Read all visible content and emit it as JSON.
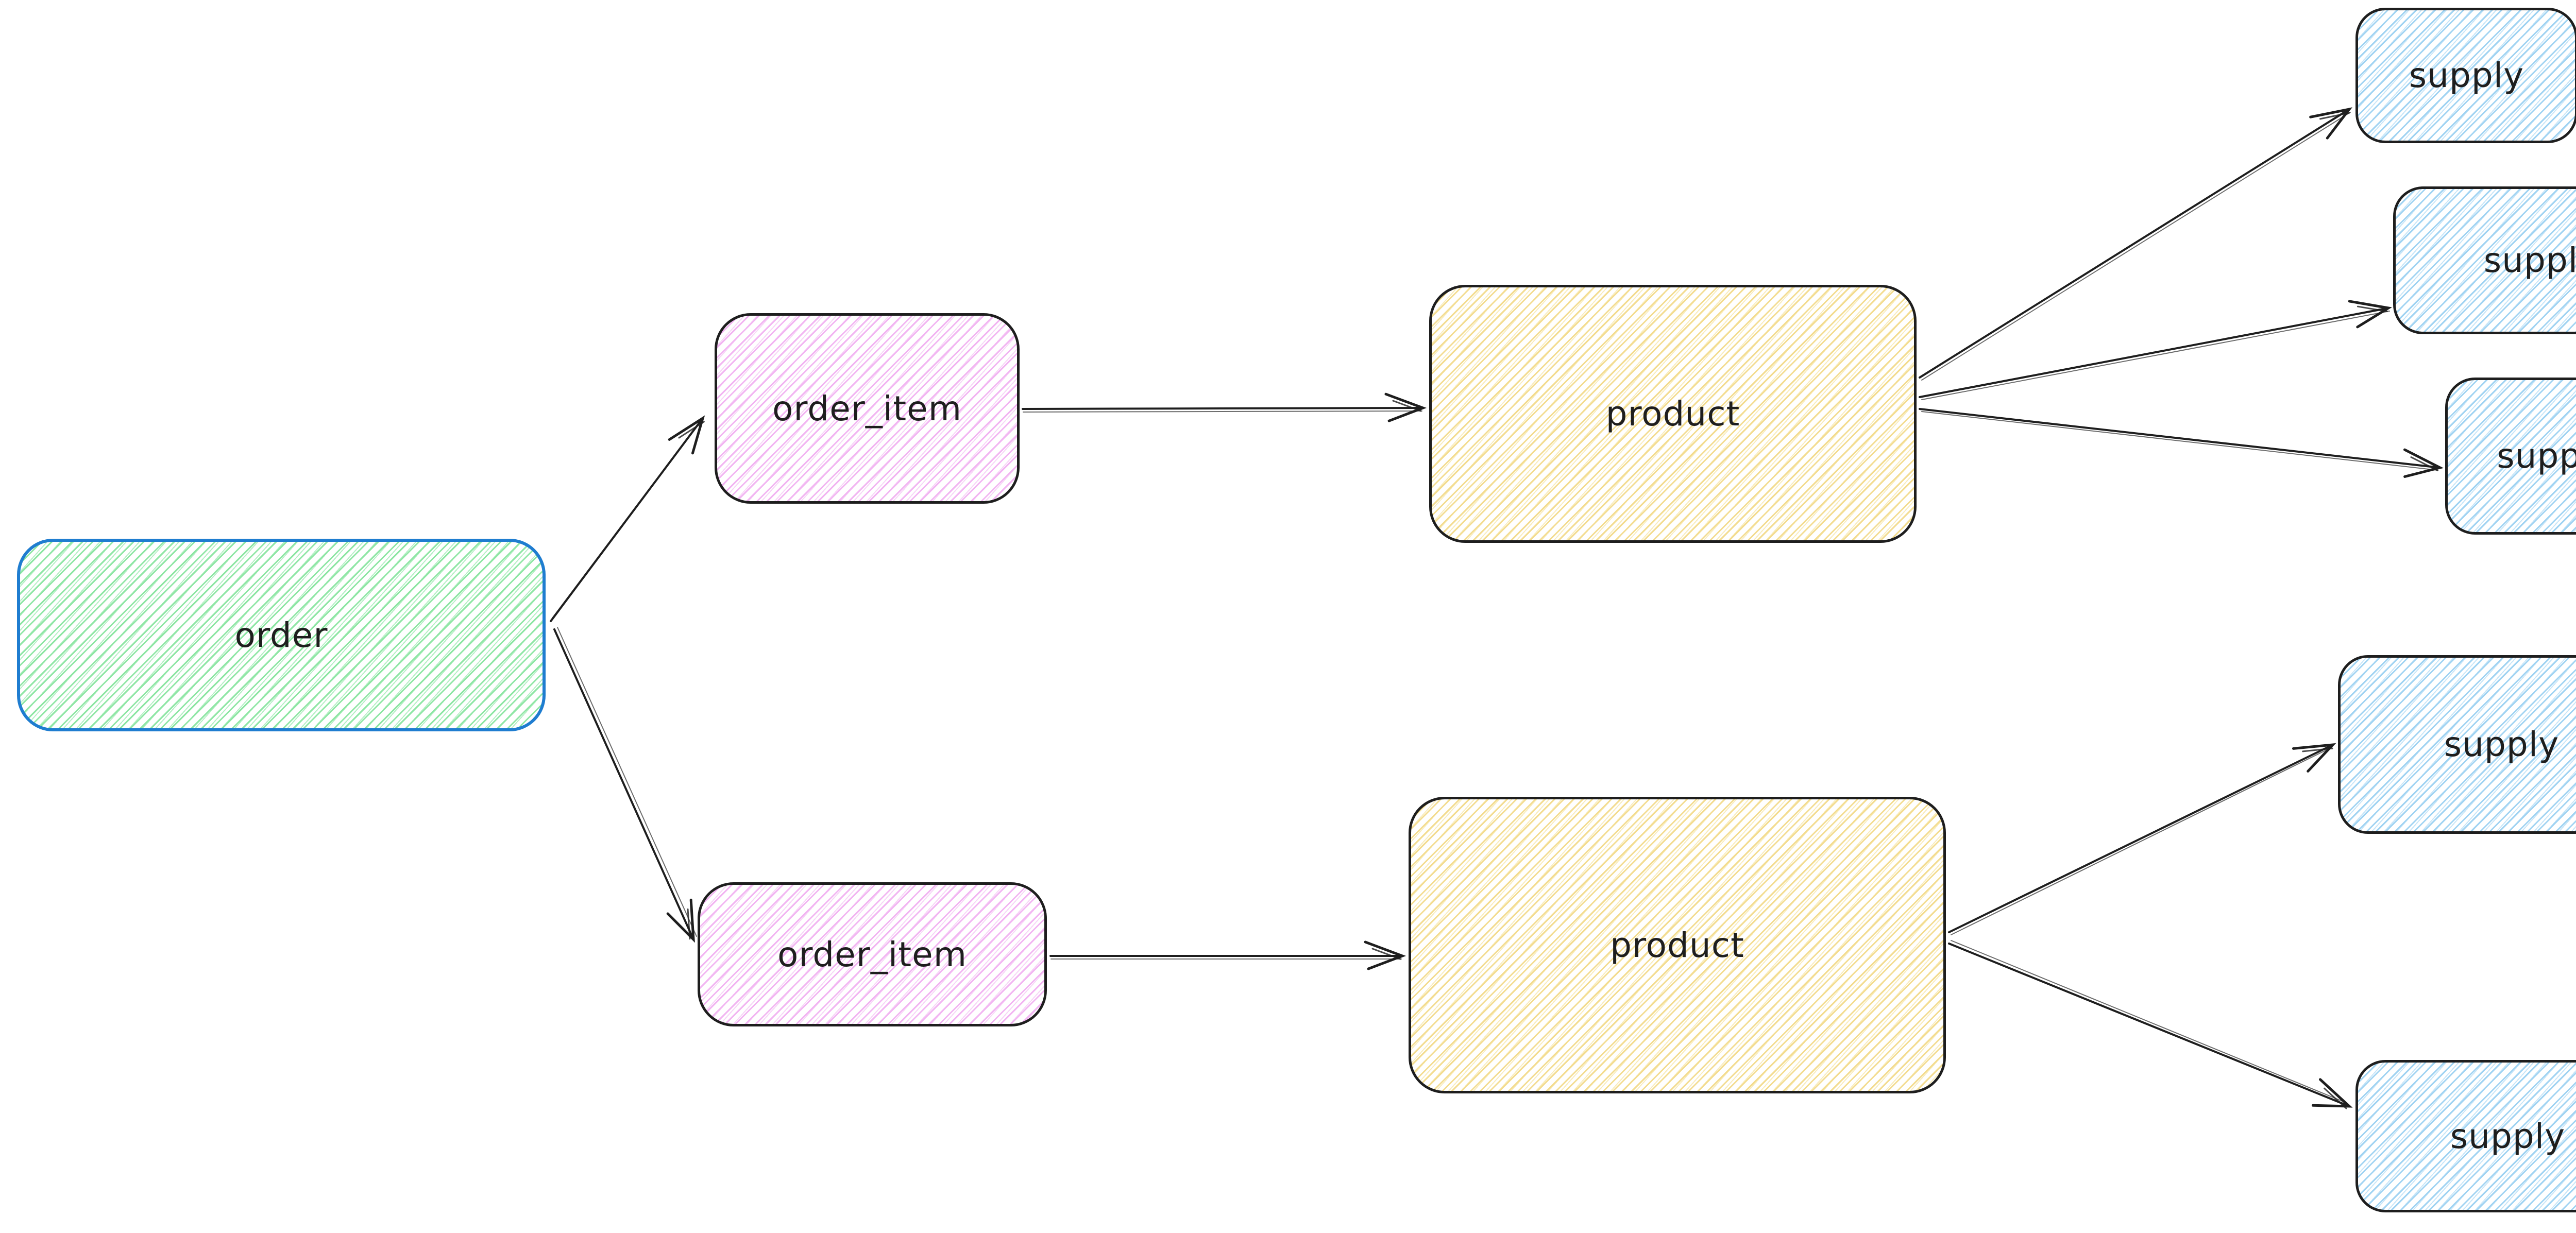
{
  "app": {
    "name": "excalidraw-style-er-diagram",
    "background": "#ffffff"
  },
  "colors": {
    "canvas_bg": "#ffffff",
    "stroke_dark": "#1e1e1e",
    "order_stroke_blue": "#1f7dd0",
    "hachure_green": "#8ee6a4",
    "hachure_pink": "#f2b5f2",
    "hachure_yellow": "#f3dc90",
    "hachure_blue": "#a0d3f2",
    "arrow": "#1e1e1e"
  },
  "diagram": {
    "nodes": [
      {
        "id": "order",
        "label": "order",
        "fill": "green",
        "stroke": "#1f7dd0"
      },
      {
        "id": "order_item_1",
        "label": "order_item",
        "fill": "pink",
        "stroke": "#1e1e1e"
      },
      {
        "id": "order_item_2",
        "label": "order_item",
        "fill": "pink",
        "stroke": "#1e1e1e"
      },
      {
        "id": "product_1",
        "label": "product",
        "fill": "yellow",
        "stroke": "#1e1e1e"
      },
      {
        "id": "product_2",
        "label": "product",
        "fill": "yellow",
        "stroke": "#1e1e1e"
      },
      {
        "id": "supply_1",
        "label": "supply",
        "fill": "blue",
        "stroke": "#1e1e1e"
      },
      {
        "id": "supply_2",
        "label": "supply",
        "fill": "blue",
        "stroke": "#1e1e1e"
      },
      {
        "id": "supply_3",
        "label": "supply",
        "fill": "blue",
        "stroke": "#1e1e1e"
      },
      {
        "id": "supply_4",
        "label": "supply",
        "fill": "blue",
        "stroke": "#1e1e1e"
      },
      {
        "id": "supply_5",
        "label": "supply",
        "fill": "blue",
        "stroke": "#1e1e1e"
      }
    ],
    "edges": [
      {
        "from": "order",
        "to": "order_item_1"
      },
      {
        "from": "order",
        "to": "order_item_2"
      },
      {
        "from": "order_item_1",
        "to": "product_1"
      },
      {
        "from": "order_item_2",
        "to": "product_2"
      },
      {
        "from": "product_1",
        "to": "supply_1"
      },
      {
        "from": "product_1",
        "to": "supply_2"
      },
      {
        "from": "product_1",
        "to": "supply_3"
      },
      {
        "from": "product_2",
        "to": "supply_4"
      },
      {
        "from": "product_2",
        "to": "supply_5"
      }
    ]
  }
}
